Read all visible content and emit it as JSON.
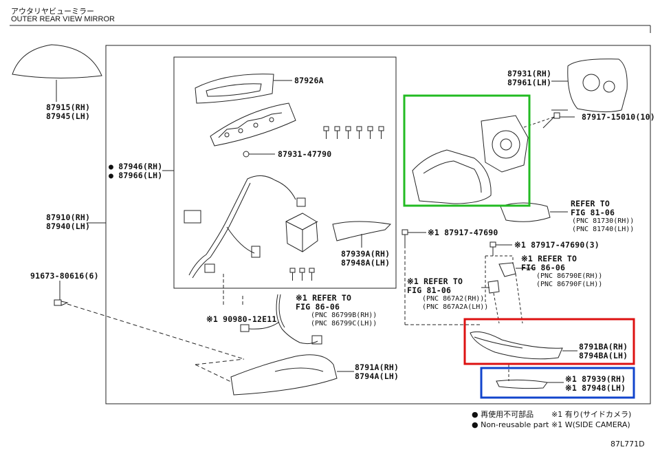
{
  "header": {
    "title_jp": "アウタリヤビューミラー",
    "title_en": "OUTER REAR VIEW MIRROR"
  },
  "parts": {
    "p87915": "87915(RH)\n87945(LH)",
    "p87910": "87910(RH)\n87940(LH)",
    "p87946": "● 87946(RH)\n● 87966(LH)",
    "p91673": "91673-80616(6)",
    "p87926a": "87926A",
    "p87931_47790": "87931-47790",
    "p87939a": "87939A(RH)\n87948A(LH)",
    "p90980": "※1 90980-12E11",
    "p87931": "87931(RH)\n87961(LH)",
    "p87917_15010": "87917-15010(10)",
    "p87917_47690": "※1 87917-47690",
    "p87917_47690_3": "※1 87917-47690(3)",
    "p8791ba": "8791BA(RH)\n8794BA(LH)",
    "p87939": "※1 87939(RH)\n※1 87948(LH)",
    "p8791a": "8791A(RH)\n8794A(LH)"
  },
  "refs": {
    "r86_06_left": {
      "title": "※1 REFER TO\nFIG 86-06",
      "pnc": "(PNC 86799B(RH))\n(PNC 86799C(LH))"
    },
    "r81_06_top": {
      "title": "REFER TO\nFIG 81-06",
      "pnc": "(PNC 81730(RH))\n(PNC 81740(LH))"
    },
    "r86_06_right": {
      "title": "※1 REFER TO\nFIG 86-06",
      "pnc": "(PNC 86790E(RH))\n(PNC 86790F(LH))"
    },
    "r81_06_mid": {
      "title": "※1 REFER TO\nFIG 81-06",
      "pnc": "(PNC 867A2(RH))\n(PNC 867A2A(LH))"
    }
  },
  "legend": {
    "line1_a": "● 再使用不可部品",
    "line1_b": "※1 有り(サイドカメラ)",
    "line2_a": "● Non-reusable part",
    "line2_b": "※1 W(SIDE CAMERA)"
  },
  "footer": {
    "code": "87L771D"
  },
  "highlights": {
    "green": "#22bb22",
    "red": "#dd1111",
    "blue": "#1144cc"
  }
}
